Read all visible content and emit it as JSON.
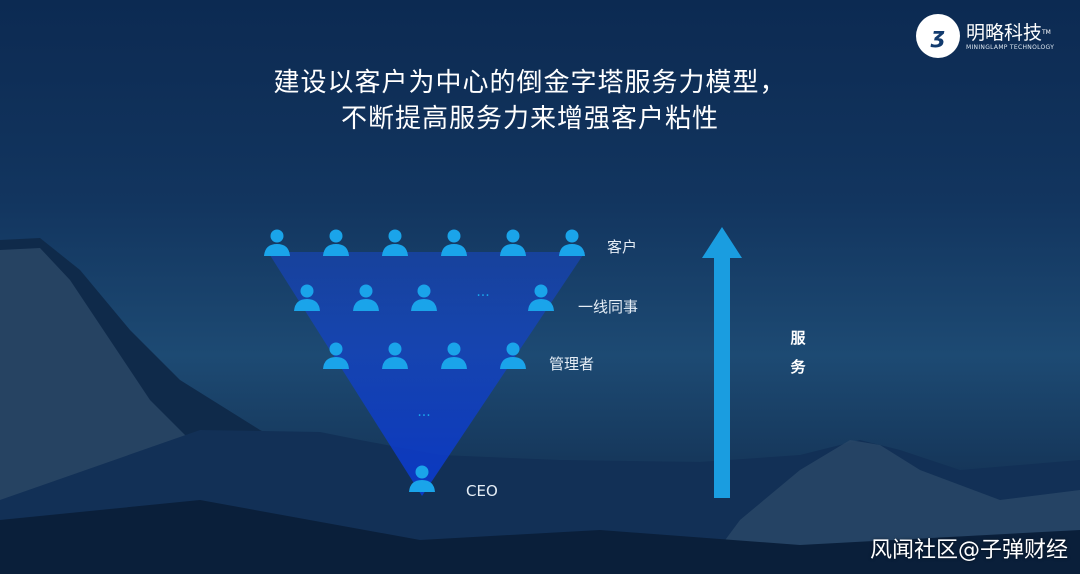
{
  "logo": {
    "name_cn": "明略科技",
    "name_en": "MININGLAMP TECHNOLOGY",
    "tm": "TM"
  },
  "title": {
    "line1": "建设以客户为中心的倒金字塔服务力模型，",
    "line2": "不断提高服务力来增强客户粘性"
  },
  "pyramid": {
    "levels": [
      {
        "label": "客户",
        "count": 6,
        "ellipsis": false
      },
      {
        "label": "一线同事",
        "count": 4,
        "ellipsis": true
      },
      {
        "label": "管理者",
        "count": 4,
        "ellipsis": false
      },
      {
        "label": "CEO",
        "count": 1,
        "ellipsis": false
      }
    ],
    "ellipsis_text": "···"
  },
  "arrow": {
    "label_chars": [
      "服",
      "务"
    ],
    "color": "#1a9de0"
  },
  "colors": {
    "icon": "#1aa4ea",
    "funnel": "#1240c8"
  },
  "watermark": "风闻社区@子弹财经"
}
